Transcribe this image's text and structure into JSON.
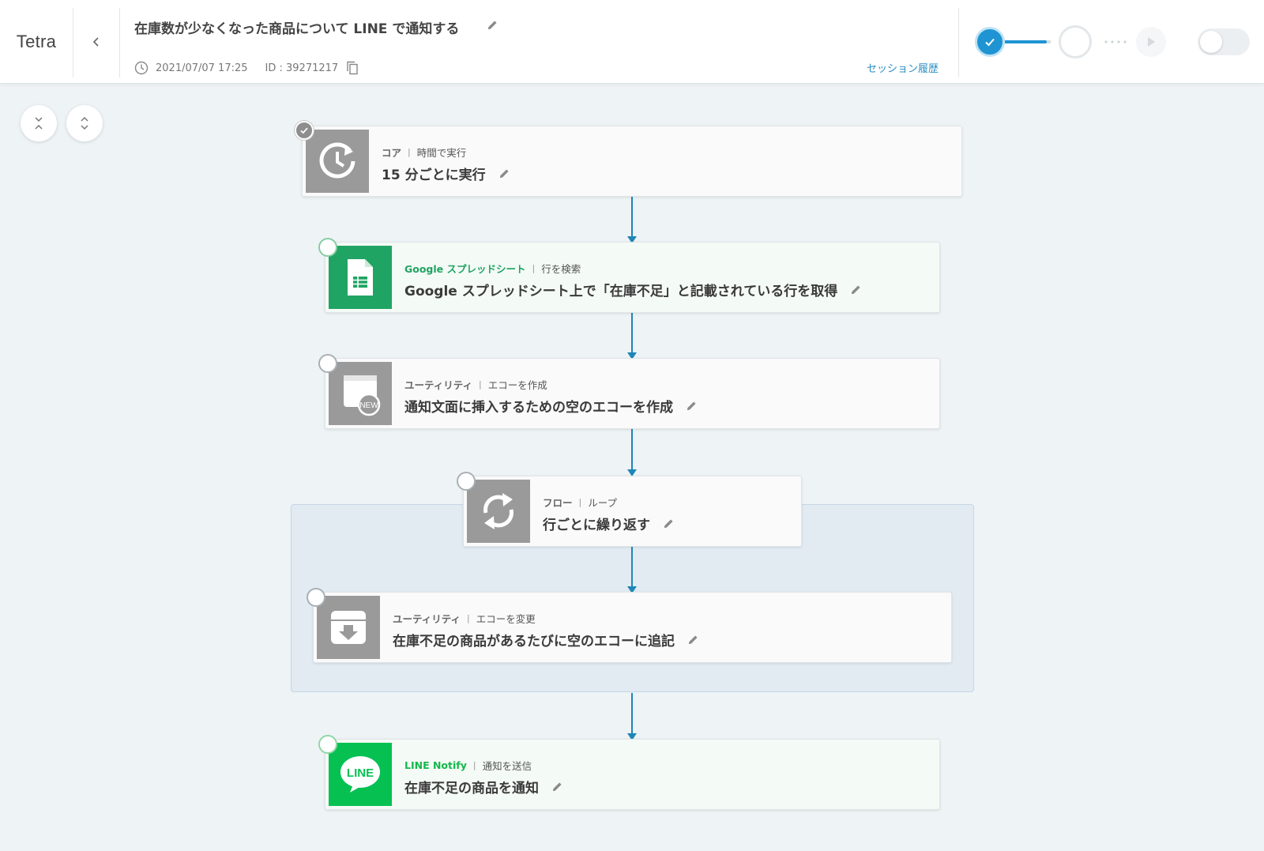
{
  "header": {
    "brand": "Tetra",
    "title": "在庫数が少なくなった商品について LINE で通知する",
    "date": "2021/07/07 17:25",
    "id_text": "ID : 39271217",
    "session_link": "セッション履歴"
  },
  "flow": {
    "steps": [
      {
        "service": "コア",
        "action": "時間で実行",
        "name": "15 分ごとに実行",
        "icon": "clock-refresh-icon",
        "status": "done"
      },
      {
        "service": "Google スプレッドシート",
        "action": "行を検索",
        "name": "Google スプレッドシート上で「在庫不足」と記載されている行を取得",
        "icon": "google-sheets-icon",
        "status": "pending"
      },
      {
        "service": "ユーティリティ",
        "action": "エコーを作成",
        "name": "通知文面に挿入するための空のエコーを作成",
        "icon": "new-echo-icon",
        "status": "pending"
      },
      {
        "service": "フロー",
        "action": "ループ",
        "name": "行ごとに繰り返す",
        "icon": "loop-icon",
        "status": "pending"
      },
      {
        "service": "ユーティリティ",
        "action": "エコーを変更",
        "name": "在庫不足の商品があるたびに空のエコーに追記",
        "icon": "archive-download-icon",
        "status": "pending"
      },
      {
        "service": "LINE Notify",
        "action": "通知を送信",
        "name": "在庫不足の商品を通知",
        "icon": "line-icon",
        "status": "pending"
      }
    ]
  },
  "icons": {
    "line_logo_text": "LINE",
    "new_badge_text": "NEW"
  },
  "colors": {
    "accent": "#1f94d2",
    "connector": "#1f86b6",
    "google_sheets": "#20a464",
    "line": "#06c152",
    "utility_gray": "#9a9a9a"
  }
}
